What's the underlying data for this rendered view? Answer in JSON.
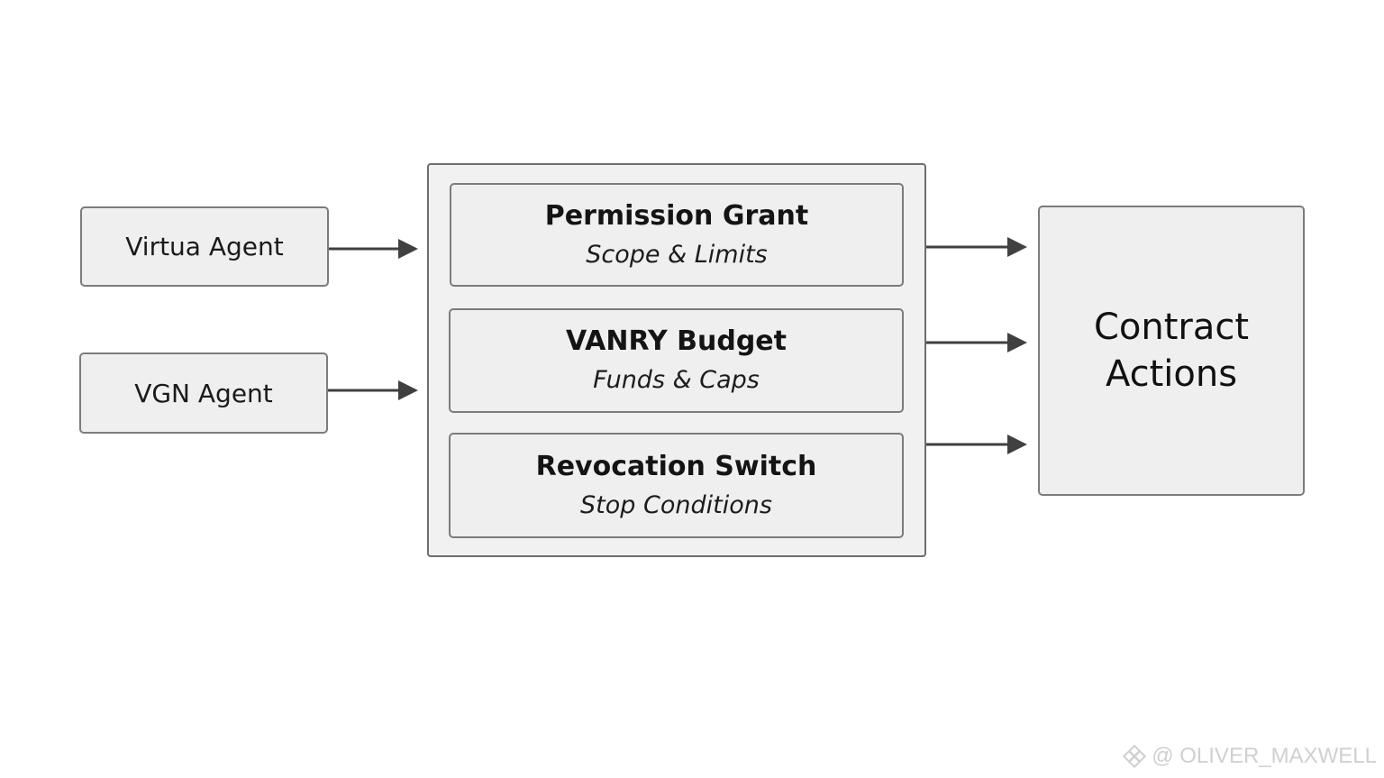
{
  "sources": [
    {
      "label": "Virtua Agent"
    },
    {
      "label": "VGN Agent"
    }
  ],
  "controls": [
    {
      "title": "Permission Grant",
      "subtitle": "Scope & Limits"
    },
    {
      "title": "VANRY Budget",
      "subtitle": "Funds & Caps"
    },
    {
      "title": "Revocation Switch",
      "subtitle": "Stop Conditions"
    }
  ],
  "target": {
    "line1": "Contract",
    "line2": "Actions"
  },
  "watermark": {
    "text": "@ OLIVER_MAXWELL",
    "icon": "binance-logo-icon"
  },
  "colors": {
    "box_fill": "#efefef",
    "border": "#7c7c7c",
    "arrow": "#404040"
  }
}
